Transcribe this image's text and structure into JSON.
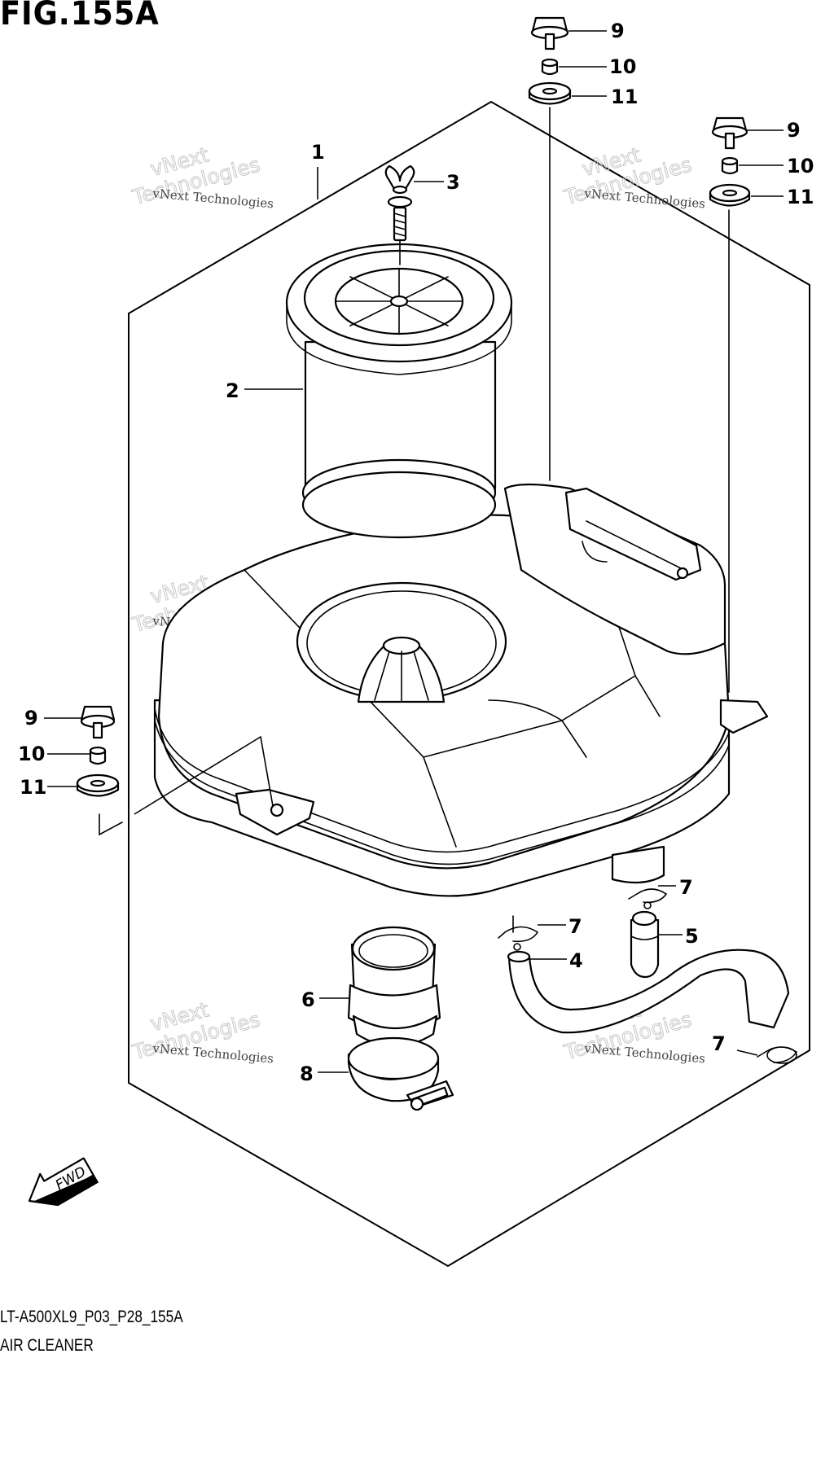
{
  "figure": {
    "title": "FIG.155A",
    "model_code": "LT-A500XL9_P03_P28_155A",
    "section_name": "AIR CLEANER"
  },
  "watermark": {
    "line1": "vNext Technologies",
    "line2": "vNext\nTechnologies"
  },
  "fwd_label": "FWD",
  "callouts": [
    {
      "id": "c1",
      "label": "1"
    },
    {
      "id": "c2",
      "label": "2"
    },
    {
      "id": "c3",
      "label": "3"
    },
    {
      "id": "c4",
      "label": "4"
    },
    {
      "id": "c5",
      "label": "5"
    },
    {
      "id": "c6",
      "label": "6"
    },
    {
      "id": "c7a",
      "label": "7"
    },
    {
      "id": "c7b",
      "label": "7"
    },
    {
      "id": "c7c",
      "label": "7"
    },
    {
      "id": "c8",
      "label": "8"
    },
    {
      "id": "c9a",
      "label": "9"
    },
    {
      "id": "c9b",
      "label": "9"
    },
    {
      "id": "c9c",
      "label": "9"
    },
    {
      "id": "c10a",
      "label": "10"
    },
    {
      "id": "c10b",
      "label": "10"
    },
    {
      "id": "c10c",
      "label": "10"
    },
    {
      "id": "c11a",
      "label": "11"
    },
    {
      "id": "c11b",
      "label": "11"
    },
    {
      "id": "c11c",
      "label": "11"
    }
  ]
}
